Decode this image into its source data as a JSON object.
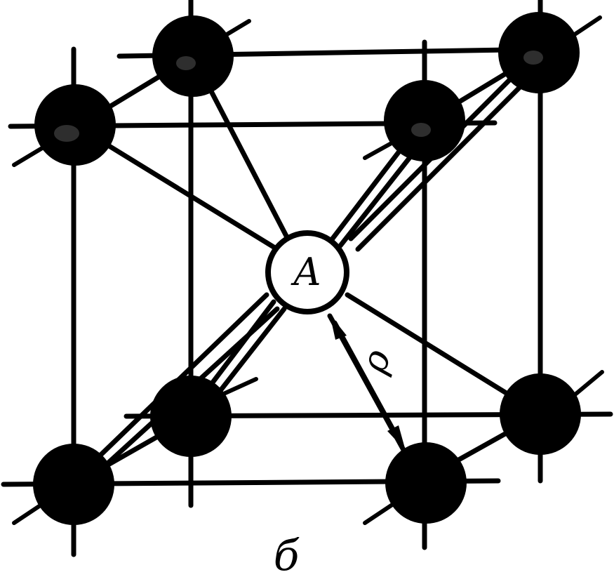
{
  "diagram": {
    "center_ion_label": "A",
    "distance_label": "ρ",
    "figure_label": "б",
    "colors": {
      "ion_fill": "#000000",
      "center_ion_fill": "#ffffff",
      "line": "#000000"
    }
  }
}
